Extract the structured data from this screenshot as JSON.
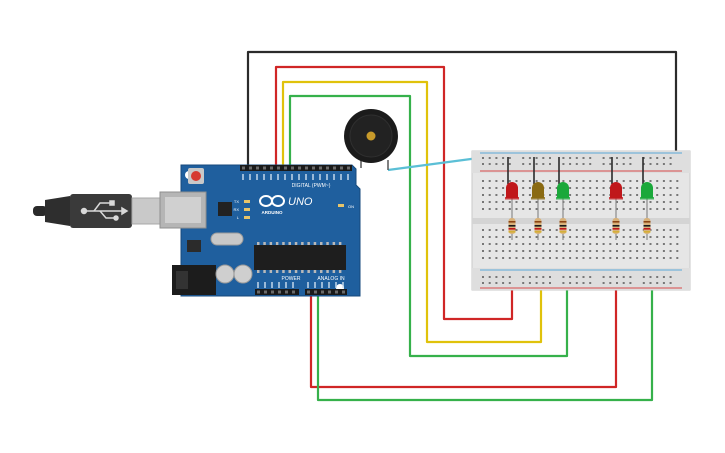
{
  "board": {
    "brand": "ARDUINO",
    "model": "UNO",
    "header_digital": "DIGITAL (PWM~)",
    "header_power": "POWER",
    "header_analog": "ANALOG IN",
    "label_tx": "TX",
    "label_rx": "RX",
    "label_on": "ON",
    "label_l": "L",
    "icon": "infinity-logo",
    "color": "#1f5f9e"
  },
  "components": {
    "buzzer": "piezo-buzzer",
    "usb_cable": "usb-b-cable",
    "leds": [
      {
        "id": "led-1",
        "color": "#c0181b"
      },
      {
        "id": "led-2",
        "color": "#8a6a12"
      },
      {
        "id": "led-3",
        "color": "#1aa83a"
      },
      {
        "id": "led-4",
        "color": "#c0181b"
      },
      {
        "id": "led-5",
        "color": "#1aa83a"
      }
    ]
  },
  "wires": {
    "colors": {
      "black": "#2b2b2b",
      "red": "#d02626",
      "yellow": "#e0c20b",
      "green": "#36b14b",
      "cyan": "#5bbfd6"
    }
  }
}
